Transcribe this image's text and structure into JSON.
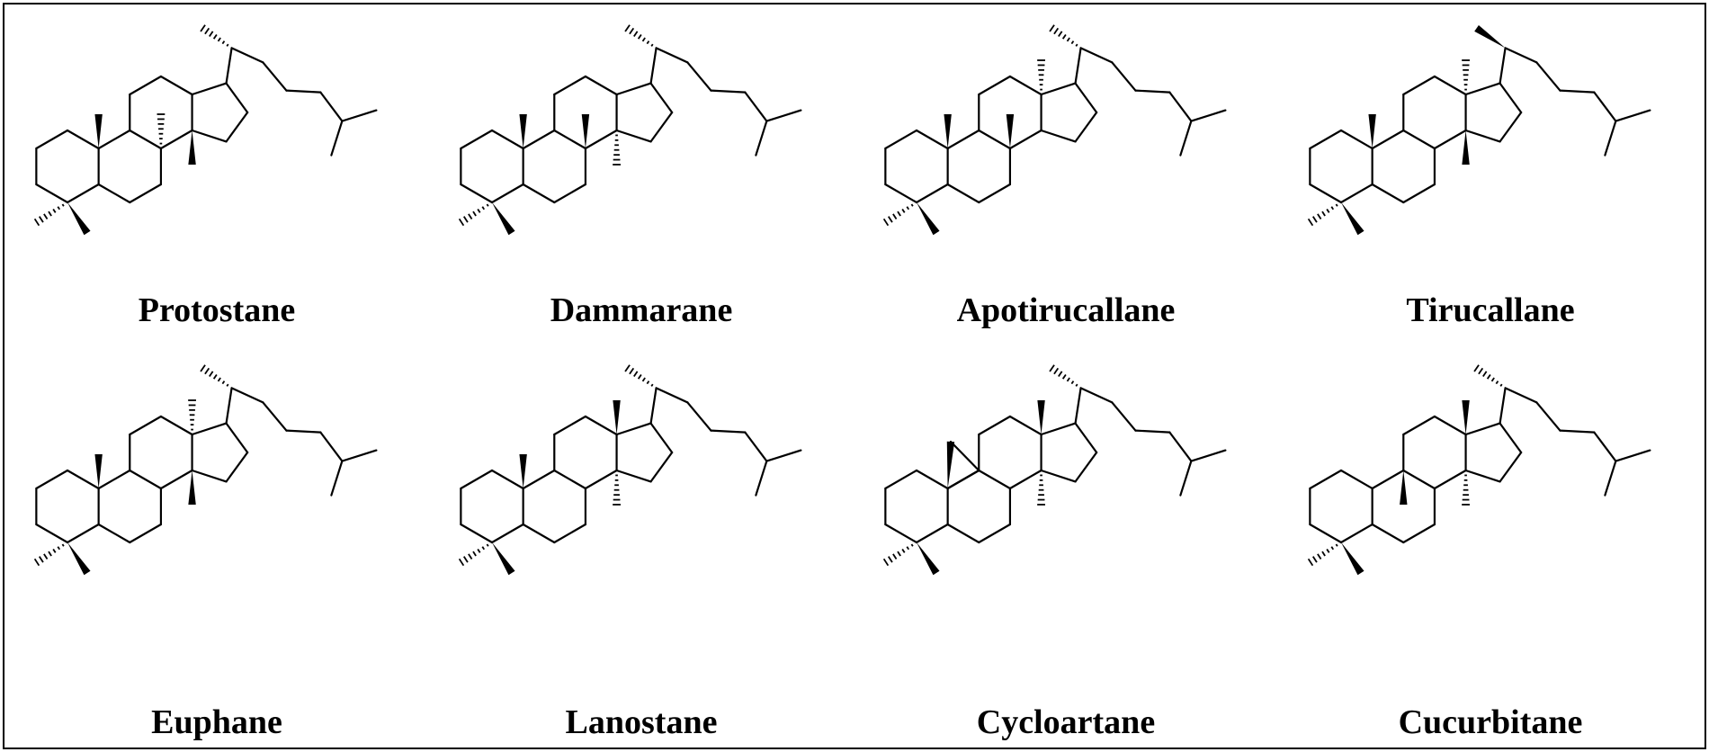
{
  "structures": [
    {
      "name": "Protostane",
      "methyl": {
        "c10": "wedge",
        "c8": "hash",
        "c13": "none",
        "c14": "wedge",
        "c20": "hash",
        "c9": "none"
      },
      "cyclopropane": false
    },
    {
      "name": "Dammarane",
      "methyl": {
        "c10": "wedge",
        "c8": "wedge",
        "c13": "none",
        "c14": "hash",
        "c20": "hash",
        "c9": "none"
      },
      "cyclopropane": false
    },
    {
      "name": "Apotirucallane",
      "methyl": {
        "c10": "wedge",
        "c8": "wedge",
        "c13": "hash",
        "c14": "none",
        "c20": "hash",
        "c9": "none"
      },
      "cyclopropane": false
    },
    {
      "name": "Tirucallane",
      "methyl": {
        "c10": "wedge",
        "c8": "none",
        "c13": "hash",
        "c14": "wedge",
        "c20": "wedge",
        "c9": "none"
      },
      "cyclopropane": false
    },
    {
      "name": "Euphane",
      "methyl": {
        "c10": "wedge",
        "c8": "none",
        "c13": "hash",
        "c14": "wedge",
        "c20": "hash",
        "c9": "none"
      },
      "cyclopropane": false
    },
    {
      "name": "Lanostane",
      "methyl": {
        "c10": "wedge",
        "c8": "none",
        "c13": "wedge",
        "c14": "hash",
        "c20": "hash",
        "c9": "none"
      },
      "cyclopropane": false
    },
    {
      "name": "Cycloartane",
      "methyl": {
        "c10": "none",
        "c8": "none",
        "c13": "wedge",
        "c14": "hash",
        "c20": "hash",
        "c9": "none"
      },
      "cyclopropane": true
    },
    {
      "name": "Cucurbitane",
      "methyl": {
        "c10": "none",
        "c8": "none",
        "c13": "wedge",
        "c14": "hash",
        "c20": "hash",
        "c9": "wedge"
      },
      "cyclopropane": false
    }
  ]
}
